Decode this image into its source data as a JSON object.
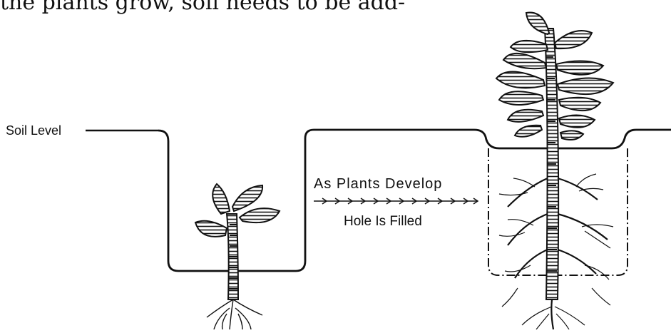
{
  "caption_fragment": "the plants grow, soil needs to be add-",
  "labels": {
    "soil_level": "Soil Level",
    "as_plants_develop": "As Plants Develop",
    "hole_is_filled": "Hole Is Filled"
  },
  "colors": {
    "ink": "#111111",
    "background": "#ffffff"
  }
}
